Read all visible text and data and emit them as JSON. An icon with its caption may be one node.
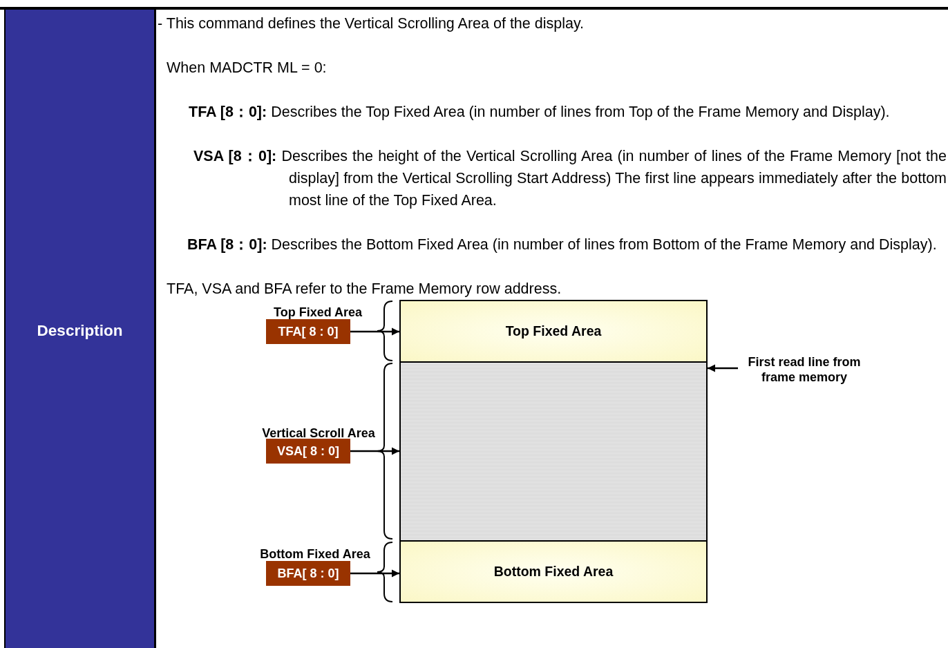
{
  "diagram": {
    "nodes": [
      {
        "text": [
          "Description"
        ]
      },
      {
        "text": [
          "Top Fixed Area",
          "TFA[ 8 : 0]"
        ]
      },
      {
        "text": [
          "Vertical Scroll Area",
          "VSA[ 8 : 0]"
        ]
      },
      {
        "text": [
          "Bottom Fixed Area",
          "BFA[ 8 : 0]"
        ]
      },
      {
        "text": [
          "Top Fixed Area"
        ]
      },
      {
        "text": [],
        "shape": "box"
      },
      {
        "text": [
          "Bottom Fixed Area"
        ]
      },
      {
        "text": [
          "First read line from frame memory"
        ]
      }
    ],
    "edges": [
      {
        "from": 1,
        "to": 4,
        "arrow": "to"
      },
      {
        "from": 2,
        "to": 5,
        "arrow": "to"
      },
      {
        "from": 3,
        "to": 6,
        "arrow": "to"
      },
      {
        "from": 7,
        "to": 5,
        "arrow": "to"
      }
    ],
    "labels": [
      "- This command defines the Vertical Scrolling Area of the display.",
      "When MADCTR ML = 0:",
      "**TFA [8：0]:** Describes the Top Fixed Area (in number of lines from Top of the Frame Memory and Display).",
      "**VSA [8：0]:** Describes the height of the Vertical Scrolling Area (in number of lines of the Frame Memory [not the display] from the Vertical Scrolling Start Address) The first line appears immediately after the bottom most line of the Top Fixed Area.",
      "**BFA [8：0]:** Describes the Bottom Fixed Area (in number of lines from Bottom of the Frame Memory and Display).",
      "TFA, VSA and BFA refer to the Frame Memory row address."
    ]
  }
}
